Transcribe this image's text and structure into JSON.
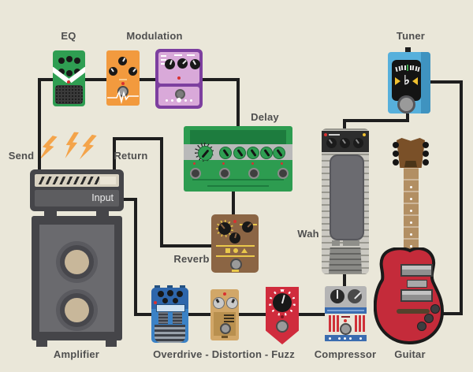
{
  "labels": {
    "eq": "EQ",
    "modulation": "Modulation",
    "tuner": "Tuner",
    "delay": "Delay",
    "send": "Send",
    "return": "Return",
    "input": "Input",
    "wah": "Wah",
    "reverb": "Reverb",
    "amplifier": "Amplifier",
    "drive_chain": "Overdrive - Distortion - Fuzz",
    "compressor": "Compressor",
    "guitar": "Guitar"
  },
  "tuner_display": {
    "note": "♭"
  },
  "colors": {
    "bg": "#eae7d9",
    "wire": "#1e1e1e",
    "label": "#4f4f4f",
    "led": "#d93030",
    "eq-green": "#2f9e52",
    "eq-grille": "#3a3a3a",
    "mod-orange": "#f29a3e",
    "mod-purple": "#7d3f9f",
    "mod-pink": "#d9a9d9",
    "delay-green": "#2d9c50",
    "delay-dark": "#1d7c3e",
    "delay-strip": "#b9b9b9",
    "reverb-brown": "#8b6544",
    "reverb-yellow": "#e9c84b",
    "tuner-blue": "#57b0dc",
    "tuner-dark": "#3f93c0",
    "screen": "#141414",
    "tick-green": "#3faa4f",
    "arrow-yellow": "#f0c030",
    "wah-body": "#cbc9c2",
    "wah-panel": "#2d2d2d",
    "wah-treadle": "#6b6b70",
    "wah-dark": "#8a8a86",
    "amp-dark": "#454549",
    "amp-panel": "#d8d1c1",
    "amp-mid": "#5d5d60",
    "cab-inner": "#6a6a6e",
    "speaker-tan": "#c8b79a",
    "bolt": "#f4a44a",
    "od-blue": "#3b82c6",
    "od-dark": "#2e66ab",
    "dist-tan": "#d2a768",
    "dist-dark": "#b9904f",
    "fuzz-red": "#d02c3d",
    "comp-gray": "#b5b5b5",
    "comp-blue": "#3a6cb0",
    "comp-cream": "#e9e5d9",
    "comp-red": "#cf3038",
    "guitar-red": "#c42b3a",
    "neck-tan": "#b28f63",
    "head-brown": "#7a5028",
    "outline": "#1a1a1a"
  }
}
